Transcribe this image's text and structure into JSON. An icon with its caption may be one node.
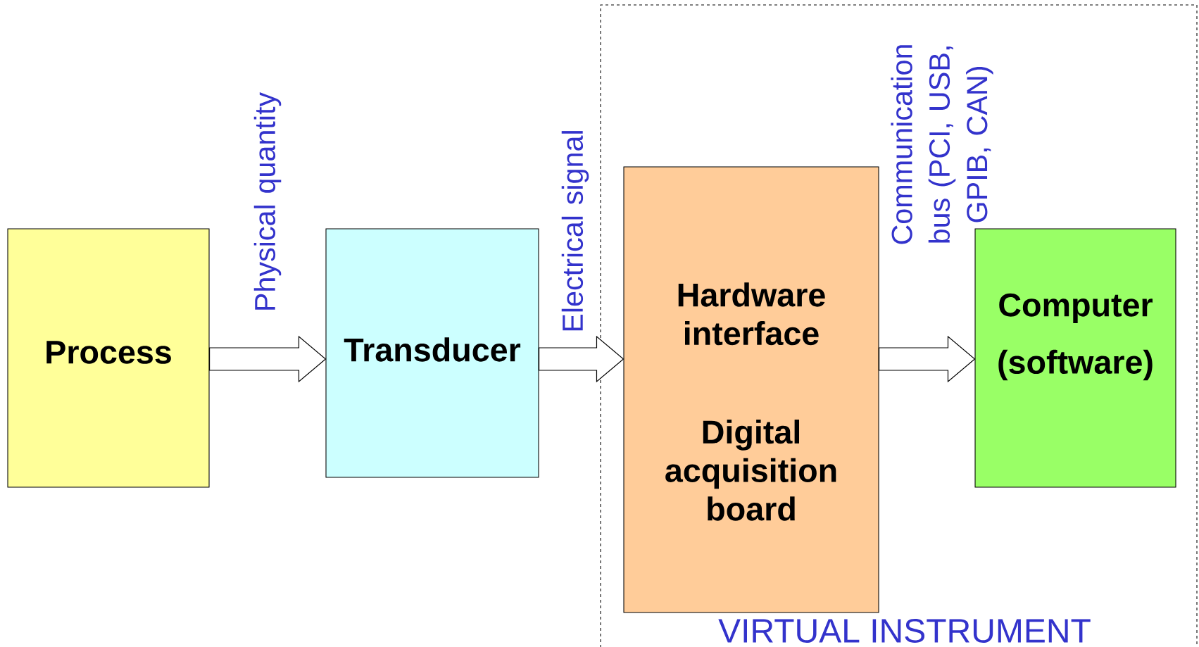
{
  "diagram": {
    "nodes": [
      {
        "text": [
          "Process"
        ]
      },
      {
        "text": [
          "Transducer"
        ]
      },
      {
        "text": [
          "VIRTUAL INSTRUMENT"
        ]
      },
      {
        "text": [
          "Hardware interface",
          "Digital acquisition board"
        ],
        "in": 2
      },
      {
        "text": [
          "Computer (software)"
        ],
        "in": 2
      }
    ],
    "edges": [
      {
        "from": 0,
        "to": 1,
        "arrow": "to",
        "label": "Physical quantity"
      },
      {
        "from": 1,
        "to": 3,
        "arrow": "to",
        "label": "Electrical signal"
      },
      {
        "from": 3,
        "to": 4,
        "arrow": "to",
        "label": "Communication bus (PCI, USB, GPIB, CAN)"
      }
    ]
  }
}
